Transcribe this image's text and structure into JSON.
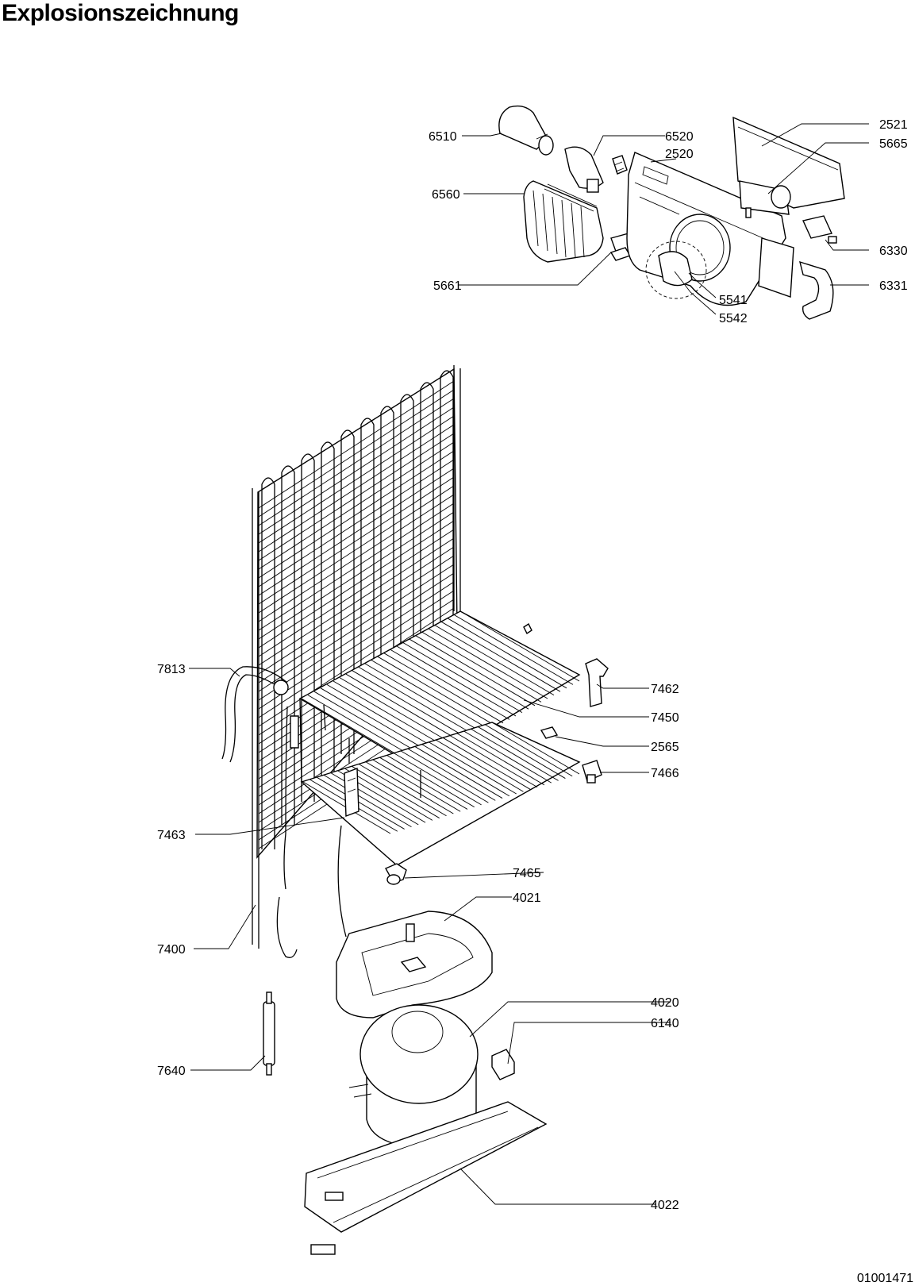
{
  "page": {
    "title": "Explosionszeichnung",
    "document_number": "01001471"
  },
  "parts": [
    {
      "id": "6510"
    },
    {
      "id": "6520"
    },
    {
      "id": "2520"
    },
    {
      "id": "2521"
    },
    {
      "id": "5665"
    },
    {
      "id": "6560"
    },
    {
      "id": "6330"
    },
    {
      "id": "6331"
    },
    {
      "id": "5661"
    },
    {
      "id": "5541"
    },
    {
      "id": "5542"
    },
    {
      "id": "7813"
    },
    {
      "id": "7462"
    },
    {
      "id": "7450"
    },
    {
      "id": "2565"
    },
    {
      "id": "7466"
    },
    {
      "id": "7463"
    },
    {
      "id": "7465"
    },
    {
      "id": "4021"
    },
    {
      "id": "7400"
    },
    {
      "id": "4020"
    },
    {
      "id": "6140"
    },
    {
      "id": "7640"
    },
    {
      "id": "4022"
    }
  ]
}
